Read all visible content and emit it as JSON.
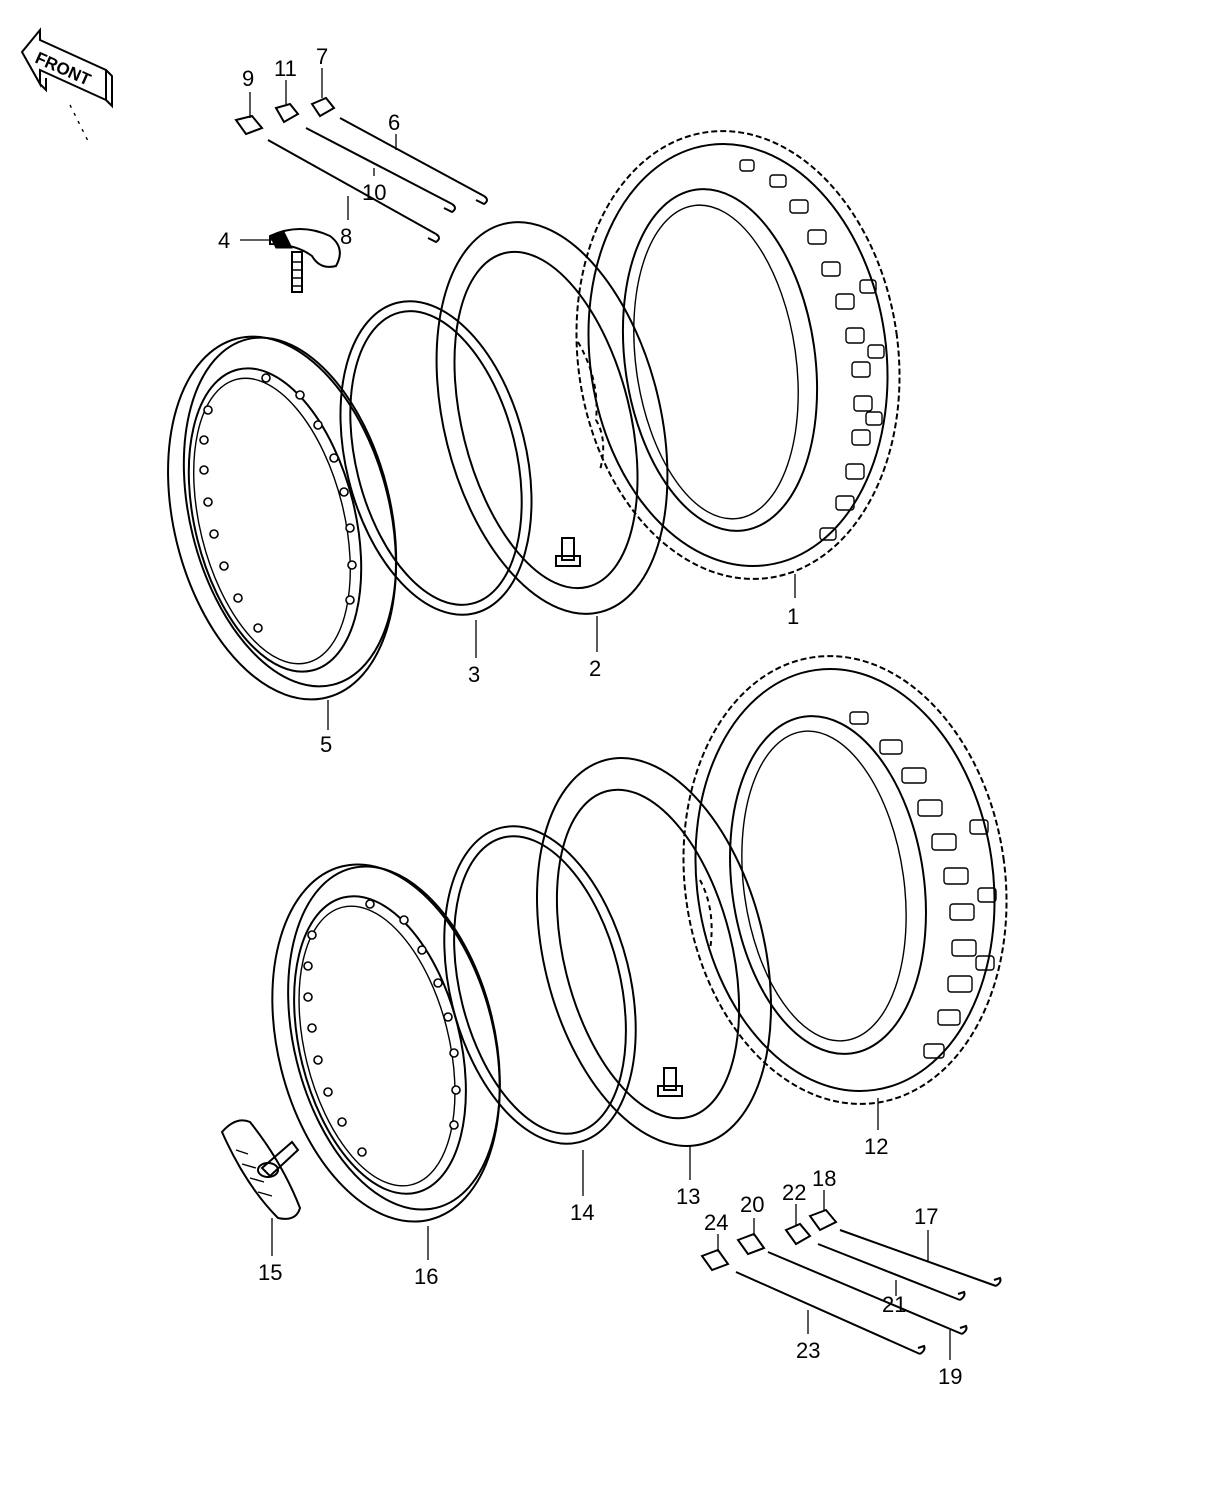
{
  "front_label": "FRONT",
  "callouts": {
    "c1": "1",
    "c2": "2",
    "c3": "3",
    "c4": "4",
    "c5": "5",
    "c6": "6",
    "c7": "7",
    "c8": "8",
    "c9": "9",
    "c10": "10",
    "c11": "11",
    "c12": "12",
    "c13": "13",
    "c14": "14",
    "c15": "15",
    "c16": "16",
    "c17": "17",
    "c18": "18",
    "c19": "19",
    "c20": "20",
    "c21": "21",
    "c22": "22",
    "c23": "23",
    "c24": "24"
  }
}
